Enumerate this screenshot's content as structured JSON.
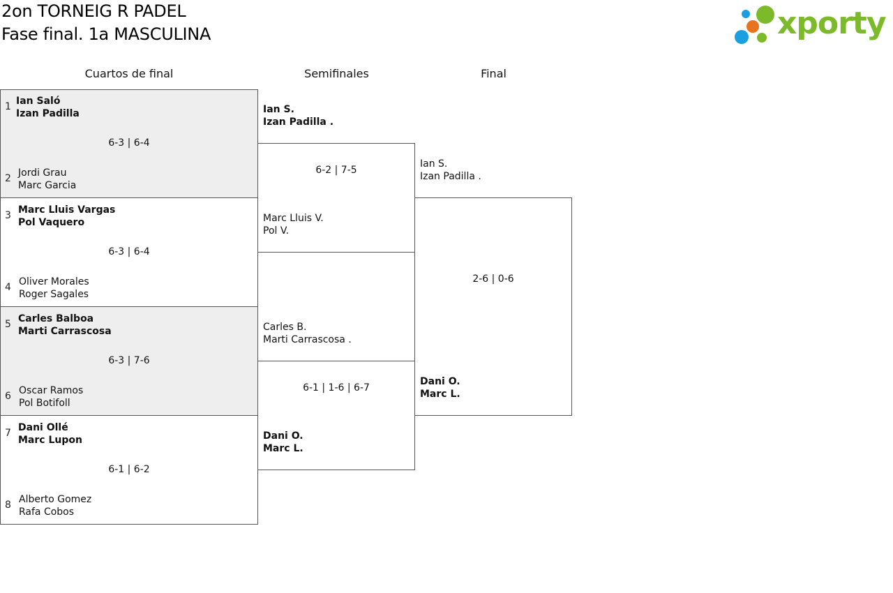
{
  "header": {
    "title_line1": "2on TORNEIG R PADEL",
    "title_line2": "Fase final. 1a MASCULINA"
  },
  "logo": {
    "text": "xporty",
    "colors": {
      "green": "#7cba2a",
      "orange": "#e8731e",
      "blue": "#1a9fe0"
    }
  },
  "columns": {
    "quarters": "Cuartos de final",
    "semis": "Semifinales",
    "final": "Final"
  },
  "quarterfinals": [
    {
      "seed_a": "1",
      "a1": "Ian Saló",
      "a2": "Izan Padilla",
      "score": "6-3 | 6-4",
      "seed_b": "2",
      "b1": "Jordi Grau",
      "b2": "Marc Garcia",
      "winner": "a"
    },
    {
      "seed_a": "3",
      "a1": "Marc Lluis Vargas",
      "a2": "Pol Vaquero",
      "score": "6-3 | 6-4",
      "seed_b": "4",
      "b1": "Oliver Morales",
      "b2": "Roger Sagales",
      "winner": "a"
    },
    {
      "seed_a": "5",
      "a1": "Carles Balboa",
      "a2": "Marti Carrascosa",
      "score": "6-3 | 7-6",
      "seed_b": "6",
      "b1": "Oscar Ramos",
      "b2": "Pol Botifoll",
      "winner": "a"
    },
    {
      "seed_a": "7",
      "a1": "Dani Ollé",
      "a2": "Marc Lupon",
      "score": "6-1 | 6-2",
      "seed_b": "8",
      "b1": "Alberto Gomez",
      "b2": "Rafa Cobos",
      "winner": "a"
    }
  ],
  "semifinals": [
    {
      "a1": "Ian S.",
      "a2": "Izan Padilla .",
      "score": "6-2 | 7-5",
      "b1": "Marc Lluis V.",
      "b2": "Pol V.",
      "winner": "a"
    },
    {
      "a1": "Carles B.",
      "a2": "Marti Carrascosa .",
      "score": "6-1 | 1-6 | 6-7",
      "b1": "Dani O.",
      "b2": "Marc L.",
      "winner": "b"
    }
  ],
  "final": {
    "a1": "Ian S.",
    "a2": "Izan Padilla .",
    "score": "2-6 | 0-6",
    "b1": "Dani O.",
    "b2": "Marc L.",
    "winner": "b"
  }
}
